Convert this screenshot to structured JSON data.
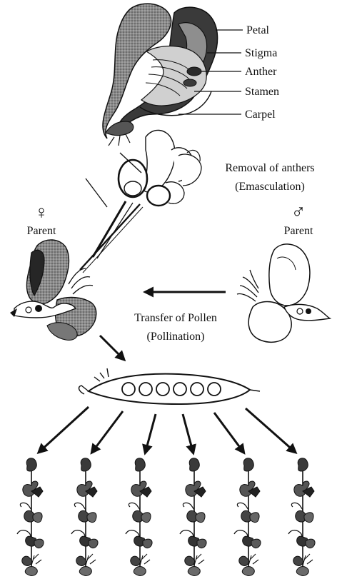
{
  "flower_labels": {
    "petal": "Petal",
    "stigma": "Stigma",
    "anther": "Anther",
    "stamen": "Stamen",
    "carpel": "Carpel"
  },
  "emasculation": {
    "line1": "Removal of anthers",
    "line2": "(Emasculation)"
  },
  "female_parent": {
    "symbol": "♀",
    "label": "Parent"
  },
  "male_parent": {
    "symbol": "♂",
    "label": "Parent"
  },
  "pollination": {
    "line1": "Transfer of Pollen",
    "line2": "(Pollination)"
  },
  "offspring_count": 6,
  "colors": {
    "ink": "#111111",
    "dark_fill": "#262626",
    "mid_fill": "#6b6b6b",
    "light_fill": "#a9a9a9",
    "paper": "#ffffff"
  }
}
